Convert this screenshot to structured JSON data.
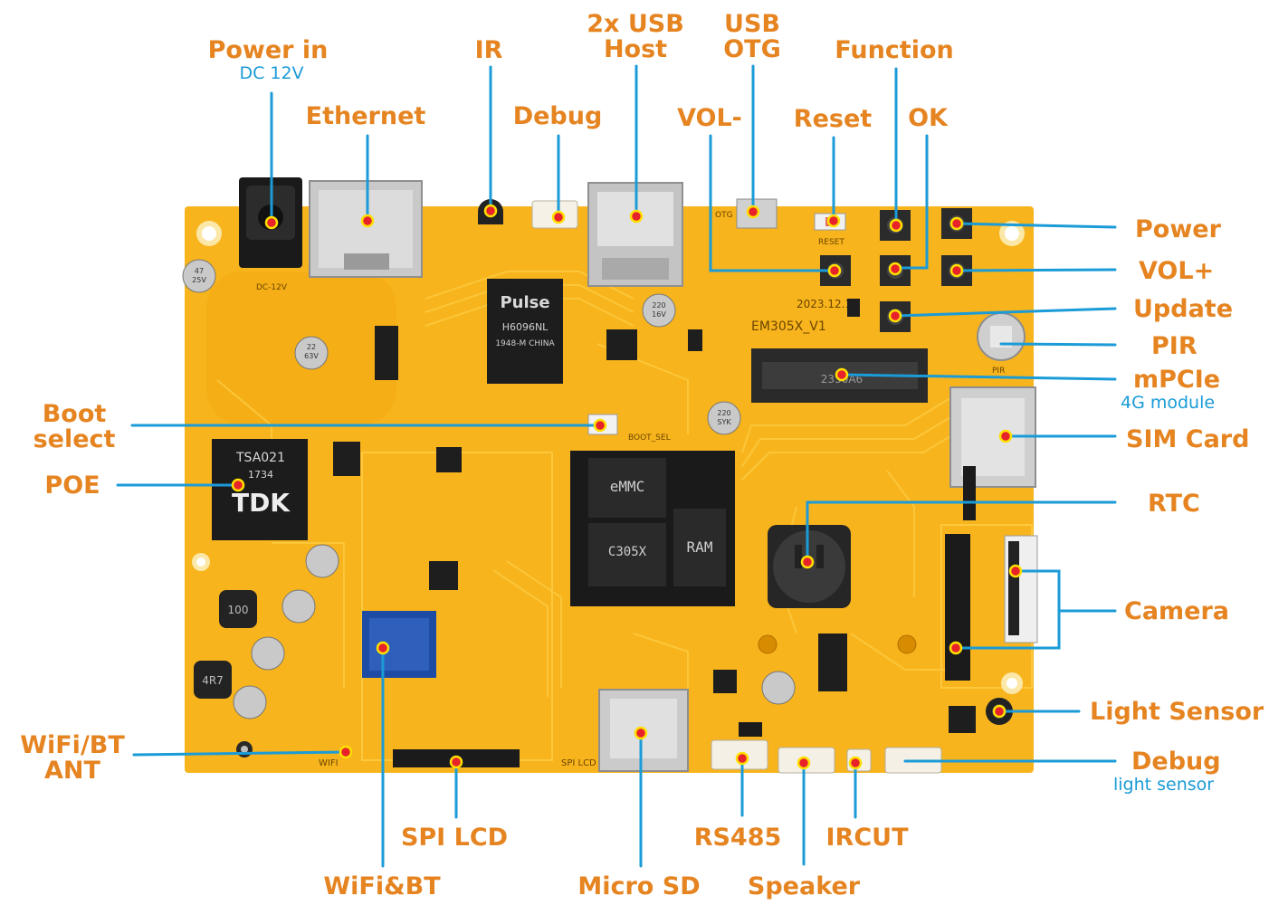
{
  "colors": {
    "board": "#f8b41c",
    "board_dark": "#e9a00f",
    "trace": "#fcc93e",
    "label": "#e58420",
    "sublabel": "#1b9bd7",
    "leader": "#1b9bd7",
    "marker": "#e8222a",
    "marker_ring": "#ffe000"
  },
  "labels": {
    "power_in": "Power in",
    "dc_12v": "DC 12V",
    "ethernet": "Ethernet",
    "ir": "IR",
    "debug_top": "Debug",
    "usb_host_1": "2x USB",
    "usb_host_2": "Host",
    "usb_otg_1": "USB",
    "usb_otg_2": "OTG",
    "vol_minus": "VOL-",
    "reset": "Reset",
    "function": "Function",
    "ok": "OK",
    "power": "Power",
    "vol_plus": "VOL+",
    "update": "Update",
    "pir": "PIR",
    "mpcie": "mPCIe",
    "module_4g": "4G module",
    "sim_card": "SIM Card",
    "rtc": "RTC",
    "camera": "Camera",
    "light_sensor": "Light Sensor",
    "debug_bottom": "Debug",
    "debug_light_sensor": "light sensor",
    "ircut": "IRCUT",
    "speaker": "Speaker",
    "rs485": "RS485",
    "micro_sd": "Micro SD",
    "wifi_bt": "WiFi&BT",
    "spi_lcd": "SPI LCD",
    "wifi_ant_1": "WiFi/BT",
    "wifi_ant_2": "ANT",
    "poe": "POE",
    "boot_select_1": "Boot",
    "boot_select_2": "select"
  },
  "board_text": {
    "emmc": "eMMC",
    "ram": "RAM",
    "soc": "C305X",
    "pulse_brand": "Pulse",
    "pulse_part": "H6096NL",
    "pulse_date": "1948-M CHINA",
    "tdk_brand": "TDK",
    "tdk_part": "TSA021",
    "tdk_code": "1734",
    "mpcie_code": "2330A6",
    "model": "EM305X_V1",
    "date": "2023.12.15",
    "cap_220": "220",
    "cap_16v": "16V",
    "cap_syk": "SYK",
    "cap_47": "47",
    "cap_25v": "25V",
    "cap_22": "22",
    "cap_63v": "63V",
    "inductor_4r7": "4R7",
    "inductor_100": "100",
    "boot_sel": "BOOT_SEL",
    "spi_lcd_silk": "SPI LCD",
    "wifi_silk": "WIFI",
    "otg_silk": "OTG",
    "reset_silk": "RESET",
    "dc12v_silk": "DC-12V",
    "pir_silk": "PIR"
  }
}
